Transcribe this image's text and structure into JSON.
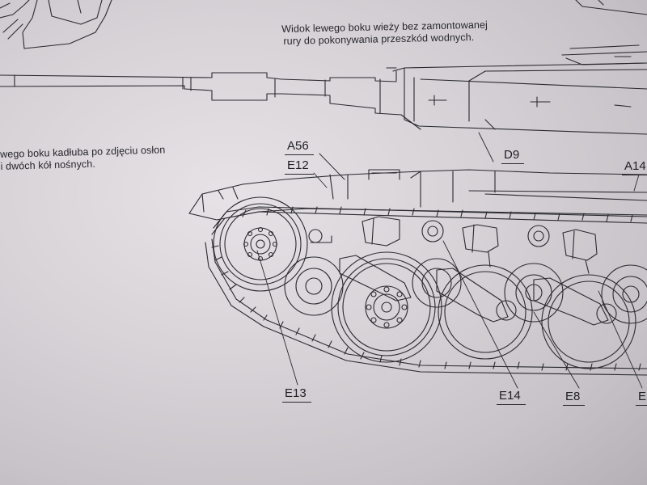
{
  "captions": {
    "turret_line1": "Widok lewego boku wieży bez zamontowanej",
    "turret_line2": "rury do pokonywania przeszkód wodnych.",
    "hull_line1": "wego boku kadłuba po zdjęciu osłon",
    "hull_line2": "i dwóch kół nośnych."
  },
  "part_refs": {
    "a56": "A56",
    "e12": "E12",
    "d9": "D9",
    "a14": "A14",
    "e13": "E13",
    "e14": "E14",
    "e8": "E8",
    "e_edge": "E"
  },
  "colors": {
    "paper": "#dcd8dc",
    "ink": "#2a2a30"
  }
}
